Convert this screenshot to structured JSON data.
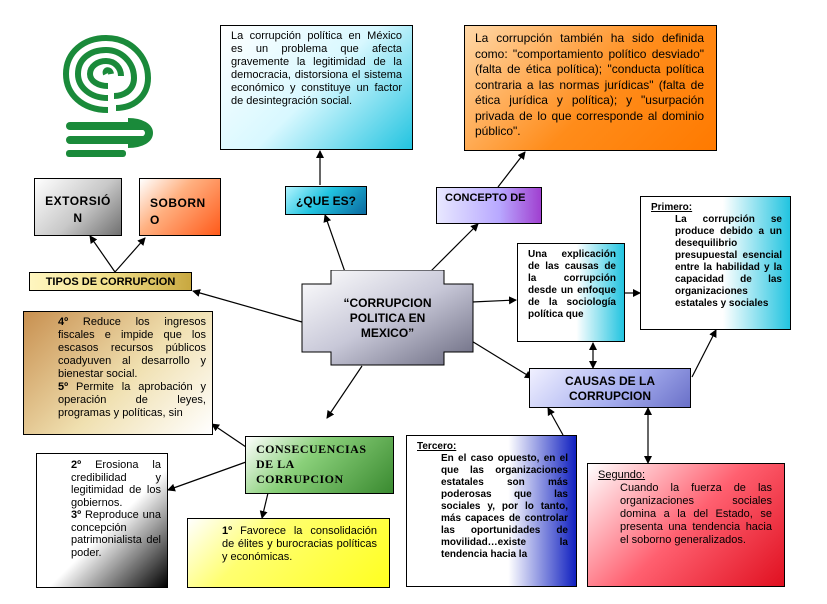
{
  "center": {
    "title": "“CORRUPCION POLITICA EN MEXICO”"
  },
  "que_es": {
    "label": "¿QUE ES?",
    "text": "La corrupción política en México es un problema que afecta gravemente la legitimidad de la democracia, distorsiona el sistema económico y constituye un factor de desintegración social."
  },
  "concepto": {
    "label": "CONCEPTO DE",
    "text": "La corrupción también ha sido definida como: \"comportamiento político desviado\" (falta de ética política); \"conducta política contraria a las normas jurídicas\" (falta de ética jurídica y política); y \"usurpación privada de lo que corresponde al dominio público\"."
  },
  "tipos": {
    "label": "TIPOS DE CORRUPCION",
    "items": [
      "EXTORSIÓN",
      "SOBORNO"
    ]
  },
  "causas": {
    "label": "CAUSAS DE LA CORRUPCION",
    "explicacion": "Una explicación de las causas de la corrupción desde un enfoque de la sociología política que",
    "primero_title": "Primero:",
    "primero_text": "La corrupción se produce debido a un desequilibrio presupuestal esencial entre la habilidad y la capacidad de las organizaciones estatales y sociales",
    "segundo_title": "Segundo:",
    "segundo_text": "Cuando la fuerza de las organizaciones sociales domina a la del Estado, se presenta una tendencia hacia el soborno generalizados.",
    "tercero_title": "Tercero:",
    "tercero_text": "En el caso opuesto, en el que las organizaciones estatales son más poderosas que las sociales y, por lo tanto, más capaces de controlar las oportunidades de movilidad…existe la tendencia hacia la"
  },
  "consecuencias": {
    "label": "CONSECUENCIAS DE LA CORRUPCION",
    "c1_num": "1º",
    "c1_text": "Favorece la consolidación de élites y burocracias políticas y económicas.",
    "c2_num": "2º",
    "c2_text": "Erosiona la credibilidad y legitimidad de los gobiernos.",
    "c3_num": "3º",
    "c3_text": "Reproduce una concepción patrimonialista del poder.",
    "c4_num": "4º",
    "c4_text": "Reduce los ingresos fiscales e impide que los escasos recursos públicos coadyuven al desarrollo y bienestar social.",
    "c5_num": "5º",
    "c5_text": "Permite la aprobación y operación de leyes, programas y políticas, sin"
  },
  "colors": {
    "center": "#c8c8d8",
    "que_es": "#22c4e0",
    "concepto_box": "#ff8c1a",
    "tipos": "#f2e08a",
    "soborno": "#ff5a1a",
    "causas": "#a8b0f0",
    "explicacion": "#22c4e0",
    "primero": "#22c4e0",
    "segundo": "#e01020",
    "tercero": "#1020c0",
    "consecuencias": "#3a8a30",
    "c1": "#ffff20"
  },
  "logo": {
    "name": "cecyte-logo"
  }
}
